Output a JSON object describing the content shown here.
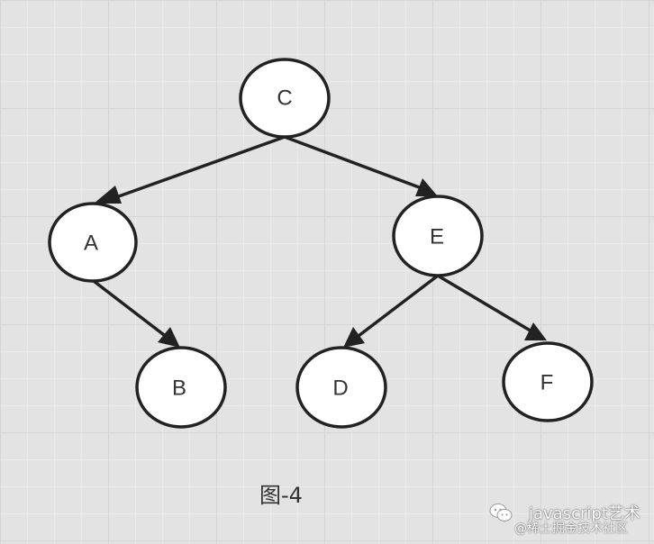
{
  "diagram": {
    "type": "binary-tree",
    "nodes": [
      {
        "id": "C",
        "label": "C"
      },
      {
        "id": "A",
        "label": "A"
      },
      {
        "id": "E",
        "label": "E"
      },
      {
        "id": "B",
        "label": "B"
      },
      {
        "id": "D",
        "label": "D"
      },
      {
        "id": "F",
        "label": "F"
      }
    ],
    "edges": [
      {
        "from": "C",
        "to": "A"
      },
      {
        "from": "C",
        "to": "E"
      },
      {
        "from": "A",
        "to": "B"
      },
      {
        "from": "E",
        "to": "D"
      },
      {
        "from": "E",
        "to": "F"
      }
    ],
    "caption": "图-4"
  },
  "watermark": {
    "title": "javascript艺术",
    "subtitle": "@稀土掘金技术社区"
  },
  "colors": {
    "background": "#e3e3e3",
    "node_fill": "#ffffff",
    "stroke": "#222222",
    "text": "#333333"
  }
}
